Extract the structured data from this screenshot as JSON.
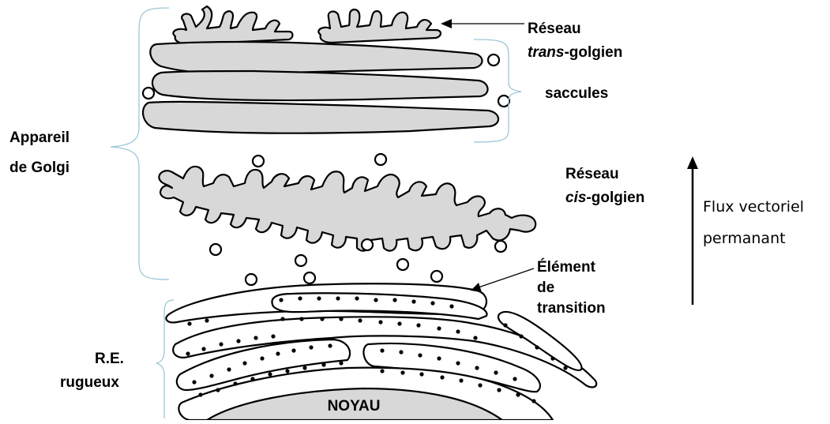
{
  "labels": {
    "trans_line1": "Réseau",
    "trans_line2_italic": "trans",
    "trans_line2_rest": "-golgien",
    "saccules": "saccules",
    "appareil_line1": "Appareil",
    "appareil_line2": "de Golgi",
    "cis_line1": "Réseau",
    "cis_line2_italic": "cis",
    "cis_line2_rest": "-golgien",
    "flux_line1": "Flux vectoriel",
    "flux_line2": "permanant",
    "element_line1": "Élément",
    "element_line2": "de",
    "element_line3": "transition",
    "re_line1": "R.E.",
    "re_line2": "rugueux",
    "noyau": "NOYAU"
  },
  "colors": {
    "membrane_fill": "#d8d8d8",
    "brace": "#9fc6d6",
    "outline": "#000000"
  }
}
